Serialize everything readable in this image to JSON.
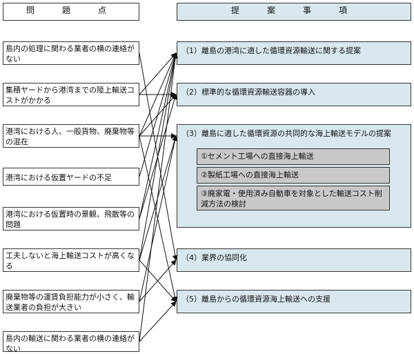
{
  "headers": {
    "problems": "問　題　点",
    "proposals": "提　案　事　項"
  },
  "problems": [
    "島内の処理に関わる業者の横の連絡がない",
    "集積ヤードから港湾までの陸上輸送コストがかかる",
    "港湾における人、一般貨物、廃棄物等の混在",
    "港湾における仮置ヤードの不足",
    "港湾における仮置時の景観、飛散等の問題",
    "工夫しないと海上輸送コストが高くなる",
    "廃棄物等の運賃負担能力が小さく、輸送業者の負担が大きい",
    "島内の輸送に関わる業者の横の連絡がない"
  ],
  "proposals": [
    "（1）離島の港湾に適した循環資源輸送に関する提案",
    "（2）標準的な循環資源輸送容器の導入",
    "（3）離島に適した循環資源の共同的な海上輸送モデルの提案",
    "（4）業界の協同化",
    "（5）離島からの循環資源海上輸送への支援"
  ],
  "subitems": [
    "①セメント工場への直接海上輸送",
    "②製紙工場への直接海上輸送",
    "③廃家電・使用済み自動車を対象とした輸送コスト削減方法の検討"
  ],
  "links": [
    [
      0,
      3
    ],
    [
      1,
      0
    ],
    [
      1,
      1
    ],
    [
      2,
      0
    ],
    [
      2,
      1
    ],
    [
      2,
      2
    ],
    [
      3,
      0
    ],
    [
      4,
      0
    ],
    [
      4,
      1
    ],
    [
      5,
      2
    ],
    [
      5,
      4
    ],
    [
      6,
      2
    ],
    [
      6,
      3
    ],
    [
      7,
      4
    ],
    [
      7,
      0
    ],
    [
      2,
      4
    ],
    [
      5,
      0
    ]
  ]
}
